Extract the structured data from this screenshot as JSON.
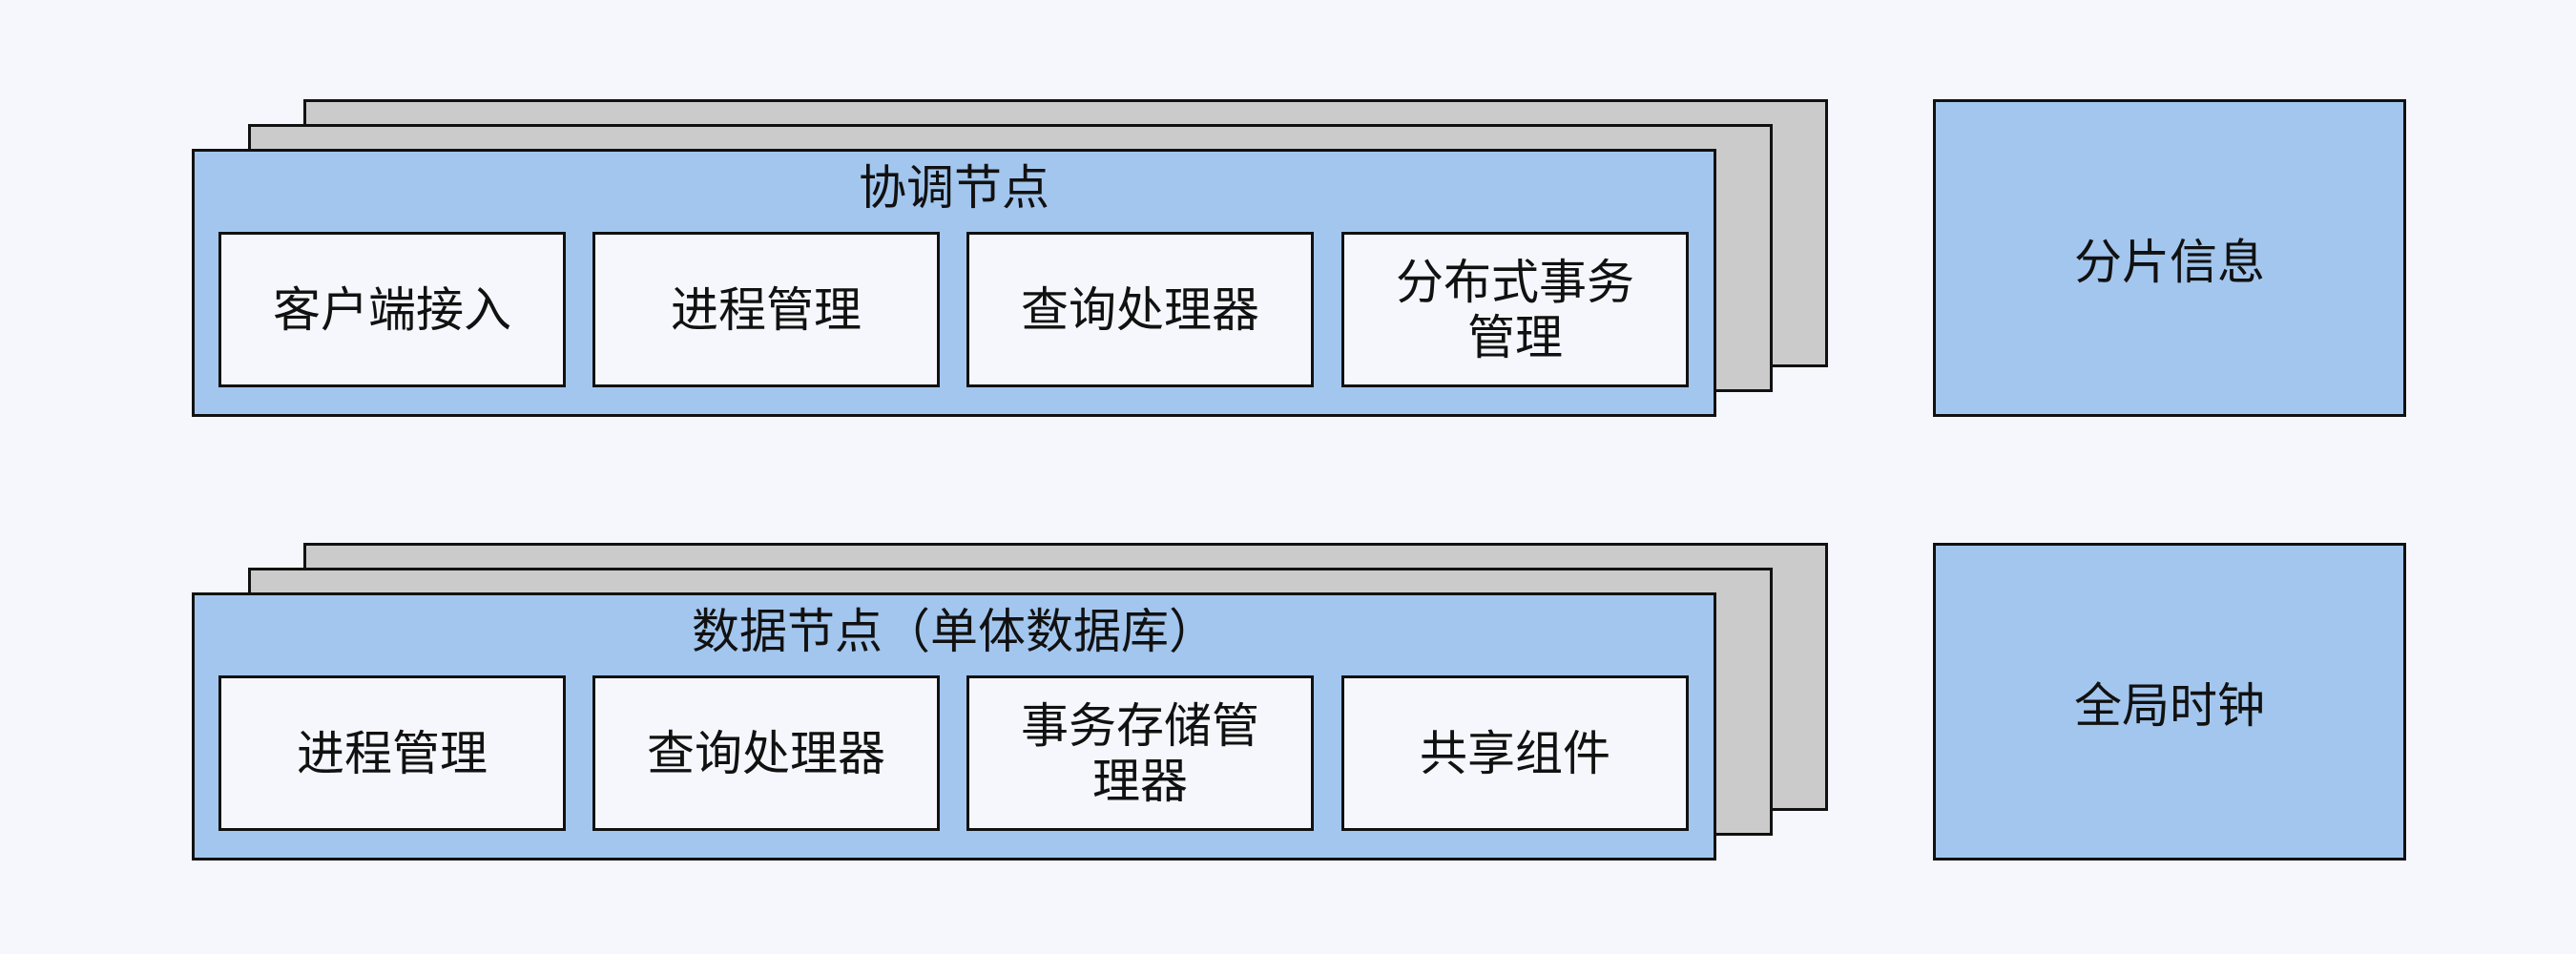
{
  "coordinator": {
    "title": "协调节点",
    "components": [
      {
        "label": "客户端接入"
      },
      {
        "label": "进程管理"
      },
      {
        "label": "查询处理器"
      },
      {
        "label": "分布式事务管理"
      }
    ]
  },
  "data_node": {
    "title": "数据节点（单体数据库）",
    "components": [
      {
        "label": "进程管理"
      },
      {
        "label": "查询处理器"
      },
      {
        "label": "事务存储管理器"
      },
      {
        "label": "共享组件"
      }
    ]
  },
  "side_boxes": {
    "shard_info": "分片信息",
    "global_clock": "全局时钟"
  },
  "colors": {
    "background": "#f5f7fc",
    "node_fill": "#a3c6ee",
    "stack_fill": "#cbcbcb",
    "border": "#111111"
  }
}
